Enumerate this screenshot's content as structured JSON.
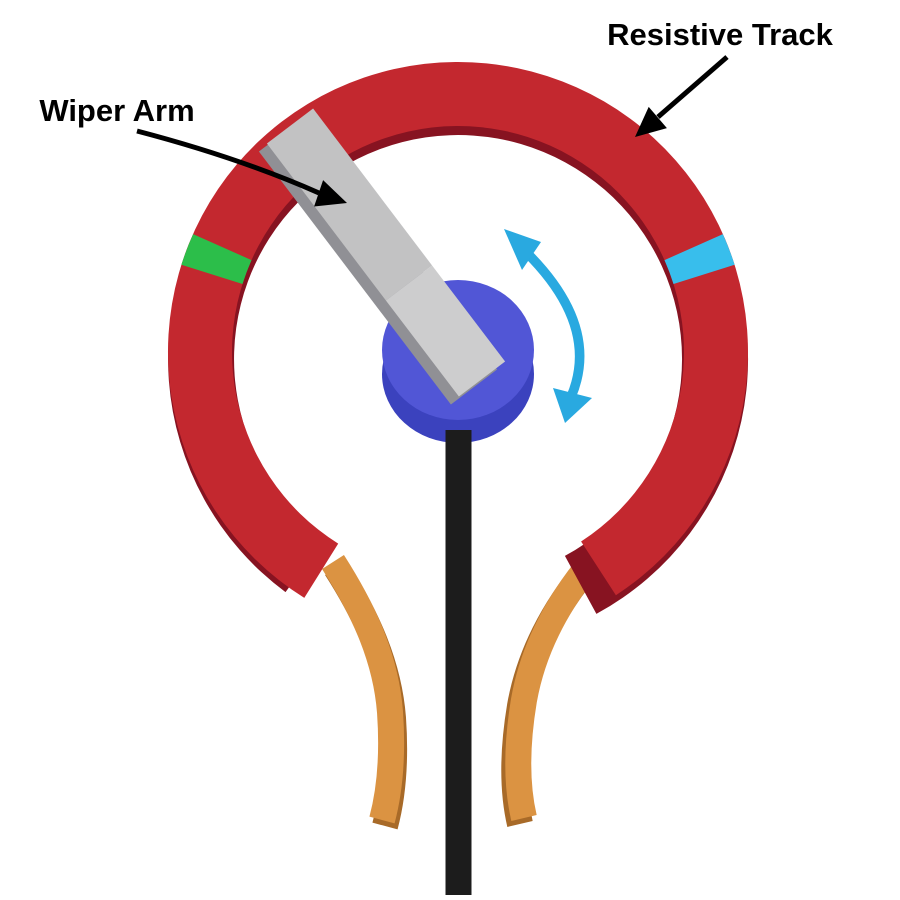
{
  "labels": {
    "resistive_track": "Resistive Track",
    "wiper_arm": "Wiper Arm"
  },
  "colors": {
    "background": "#FFFFFF",
    "track_red": "#C3282F",
    "track_dark_red": "#871321",
    "green_marker": "#2CBE4A",
    "cyan_marker": "#38BEEC",
    "hub_blue": "#5156D6",
    "hub_dark_blue": "#3B42BE",
    "wiper_gray": "#C2C2C3",
    "wiper_tip_gray": "#CDCDCE",
    "wiper_edge_gray": "#909095",
    "lead_orange": "#DB9342",
    "lead_dark_orange": "#A86A28",
    "shaft_black": "#1C1C1C",
    "rotation_arrow_cyan": "#29A9E0",
    "annotation_black": "#000000"
  },
  "icons": {
    "rotation_arrow": "curved-double-headed-arrow",
    "label_pointer": "straight-arrow-with-filled-head"
  }
}
